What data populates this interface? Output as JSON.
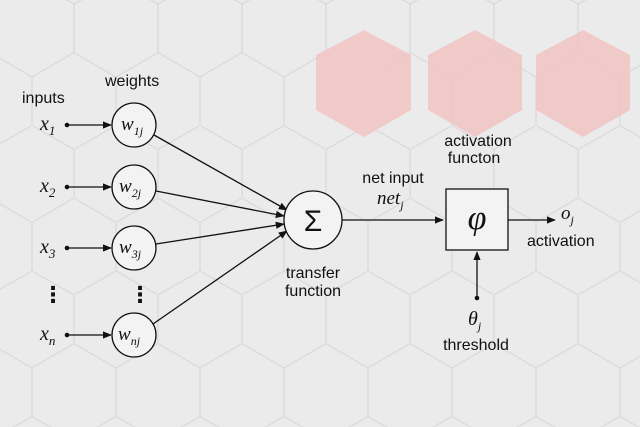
{
  "colors": {
    "background": "#ebebeb",
    "hex_grid": "#dcdcdc",
    "pink_hex": "#f2c4c4",
    "stroke": "#111111"
  },
  "labels": {
    "inputs": "inputs",
    "weights": "weights",
    "net_input": "net input",
    "activation_function_line1": "activation",
    "activation_function_line2": "functon",
    "transfer_function_line1": "transfer",
    "transfer_function_line2": "function",
    "activation": "activation",
    "threshold": "threshold"
  },
  "symbols": {
    "sum": "Σ",
    "phi": "φ",
    "net": "net",
    "net_sub": "j",
    "output": "o",
    "output_sub": "j",
    "theta": "θ",
    "theta_sub": "j",
    "vdots": "⋮"
  },
  "inputs": [
    {
      "var": "x",
      "sub": "1",
      "weight": "w",
      "weight_sub": "1j"
    },
    {
      "var": "x",
      "sub": "2",
      "weight": "w",
      "weight_sub": "2j"
    },
    {
      "var": "x",
      "sub": "3",
      "weight": "w",
      "weight_sub": "3j"
    },
    {
      "var": "x",
      "sub": "n",
      "weight": "w",
      "weight_sub": "nj"
    }
  ]
}
